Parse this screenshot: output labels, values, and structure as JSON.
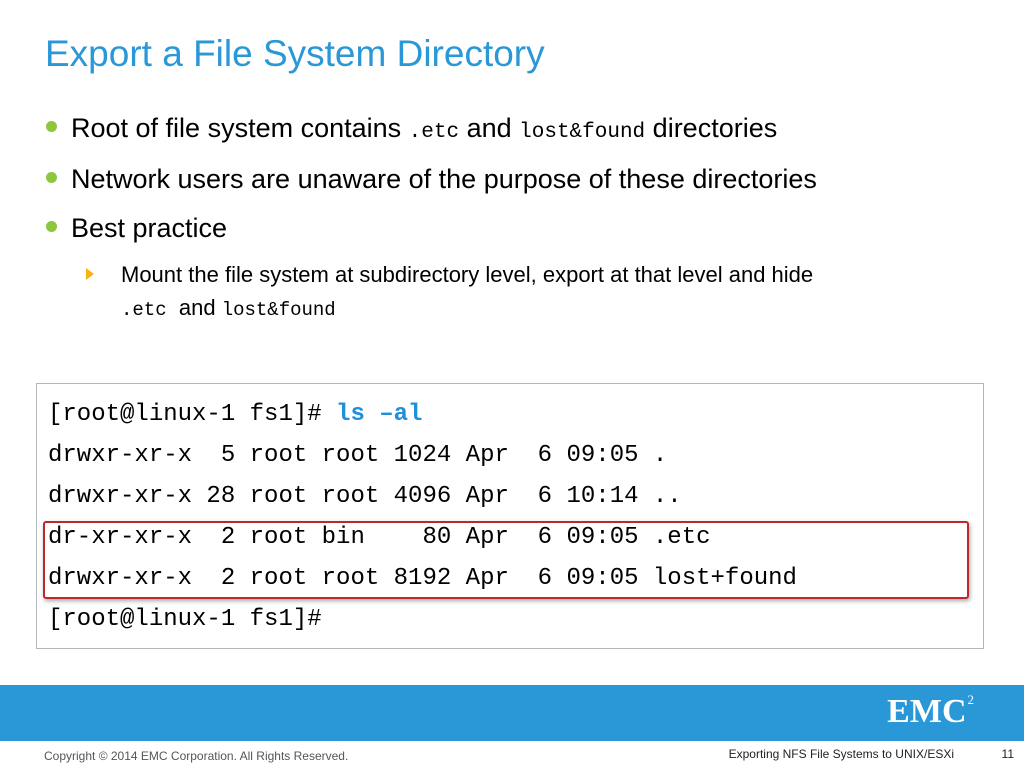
{
  "title": "Export a File System Directory",
  "bullets": [
    {
      "parts": [
        "Root of file system contains ",
        ".etc",
        " and ",
        "lost&found",
        " directories"
      ]
    },
    {
      "text": "Network users are unaware of the purpose of these directories"
    },
    {
      "text": "Best practice"
    }
  ],
  "sub_bullet": {
    "line1": "Mount the file system at subdirectory level, export at that level and hide",
    "code1": ".etc",
    "and": "and",
    "code2": "lost&found"
  },
  "terminal": {
    "prompt1": "[root@linux-1 fs1]# ",
    "command": "ls –al",
    "lines": [
      "drwxr-xr-x  5 root root 1024 Apr  6 09:05 .",
      "drwxr-xr-x 28 root root 4096 Apr  6 10:14 ..",
      "dr-xr-xr-x  2 root bin    80 Apr  6 09:05 .etc",
      "drwxr-xr-x  2 root root 8192 Apr  6 09:05 lost+found"
    ],
    "prompt2": "[root@linux-1 fs1]#"
  },
  "footer": {
    "logo": "EMC",
    "logo_sup": "2",
    "copyright": "Copyright © 2014 EMC Corporation. All Rights Reserved.",
    "course_title": "Exporting NFS File Systems to UNIX/ESXi",
    "page_number": "11"
  },
  "colors": {
    "title": "#2a97d7",
    "bullet_dot": "#8dc63f",
    "sub_arrow": "#f7b215",
    "command": "#1f8fdb",
    "highlight_border": "#c0272d",
    "footer_band": "#2a97d7"
  }
}
